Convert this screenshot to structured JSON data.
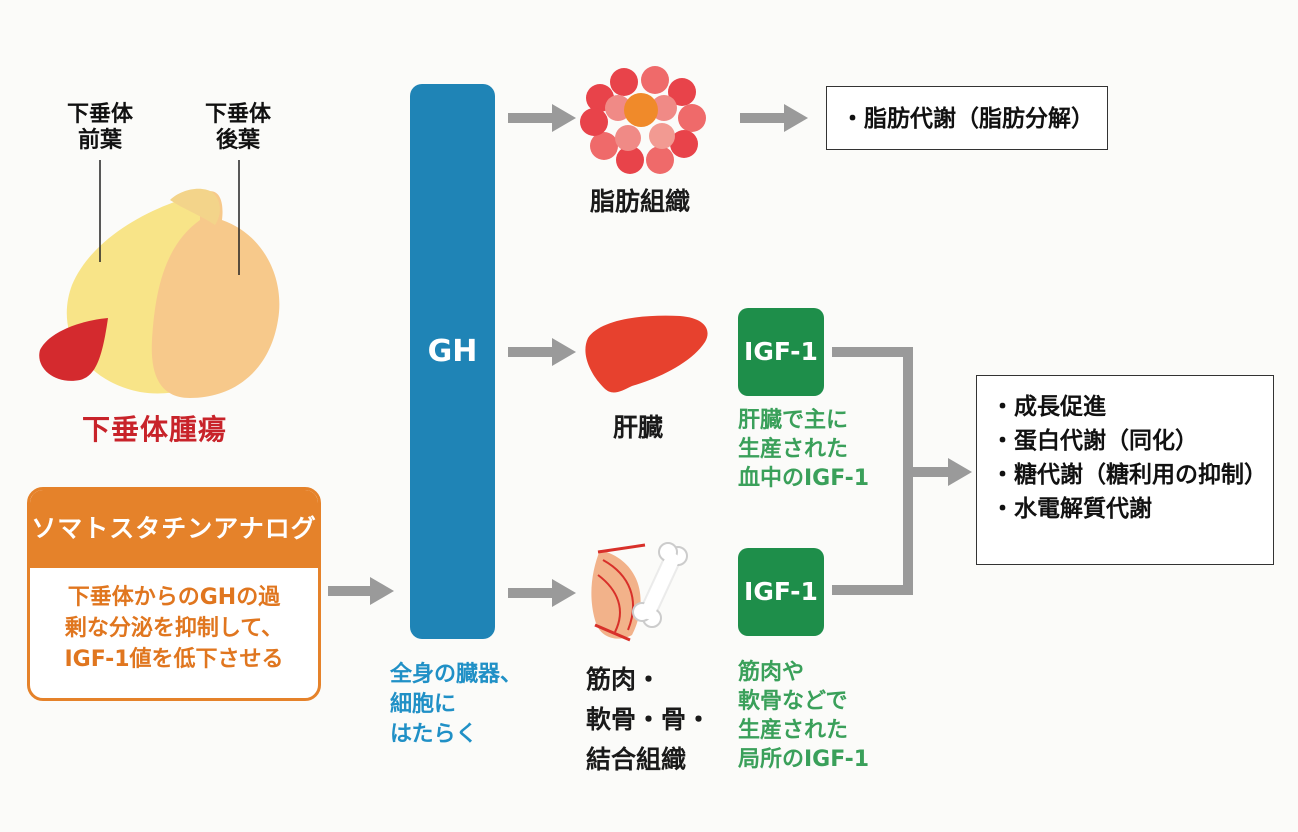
{
  "pituitary": {
    "anterior_label_line1": "下垂体",
    "anterior_label_line2": "前葉",
    "posterior_label_line1": "下垂体",
    "posterior_label_line2": "後葉",
    "tumor_label": "下垂体腫瘍"
  },
  "somatostatin": {
    "title": "ソマトスタチンアナログ",
    "desc_line1": "下垂体からのGHの過",
    "desc_line2": "剰な分泌を抑制して、",
    "desc_line3": "IGF-1値を低下させる"
  },
  "gh": {
    "label": "GH",
    "note_line1": "全身の臓器、",
    "note_line2": "細胞に",
    "note_line3": "はたらく"
  },
  "targets": {
    "fat_label": "脂肪組織",
    "liver_label": "肝臓",
    "muscle_line1": "筋肉・",
    "muscle_line2": "軟骨・骨・",
    "muscle_line3": "結合組織"
  },
  "igf": {
    "liver_box": "IGF-1",
    "liver_note_line1": "肝臓で主に",
    "liver_note_line2": "生産された",
    "liver_note_line3": "血中のIGF-1",
    "local_box": "IGF-1",
    "local_note_line1": "筋肉や",
    "local_note_line2": "軟骨などで",
    "local_note_line3": "生産された",
    "local_note_line4": "局所のIGF-1"
  },
  "effects": {
    "fat_effect": "・脂肪代謝（脂肪分解）",
    "growth_effects": [
      "・成長促進",
      "・蛋白代謝（同化）",
      "・糖代謝（糖利用の抑制）",
      "・水電解質代謝"
    ]
  },
  "colors": {
    "gh_blue": "#1f84b6",
    "igf_green": "#1e8e4a",
    "tumor_red": "#c8232a",
    "somatostatin_orange": "#e5822a",
    "arrow_gray": "#9a9a9a"
  }
}
